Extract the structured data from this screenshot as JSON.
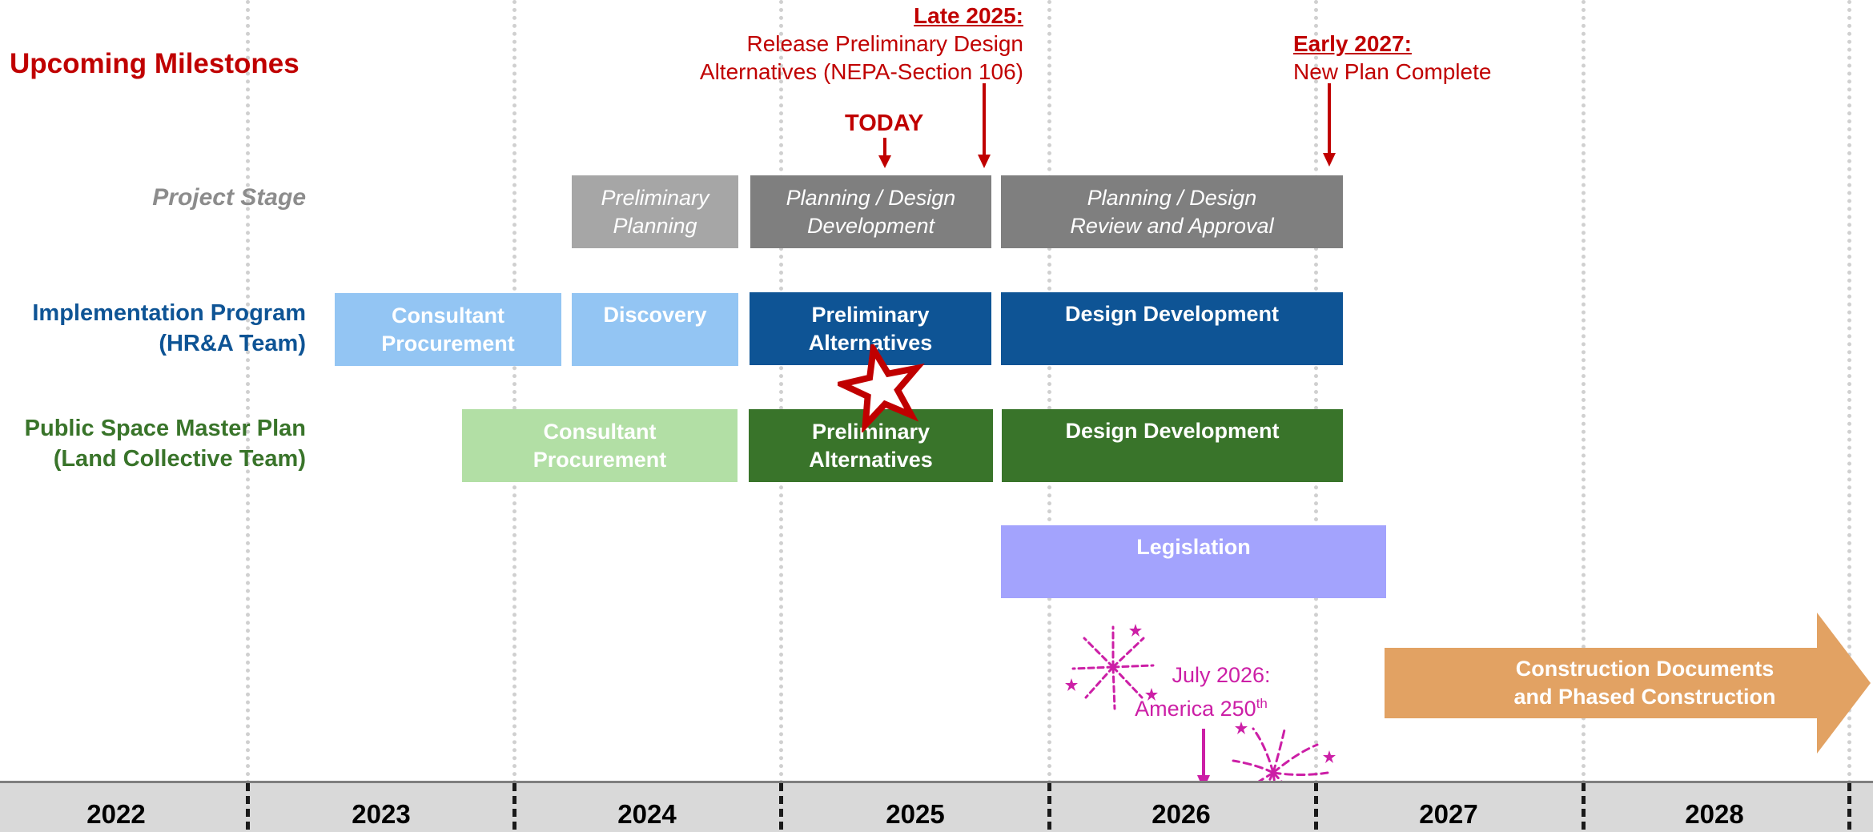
{
  "heading": "Upcoming Milestones",
  "rows": {
    "stage": "Project Stage",
    "implementation_1": "Implementation Program",
    "implementation_2": "(HR&A Team)",
    "public_space_1": "Public Space Master Plan",
    "public_space_2": "(Land Collective Team)"
  },
  "stage_bars": {
    "preliminary_planning": [
      "Preliminary",
      "Planning"
    ],
    "design_development": [
      "Planning / Design",
      "Development"
    ],
    "review_approval": [
      "Planning / Design",
      "Review and Approval"
    ]
  },
  "implementation_bars": {
    "consultant": [
      "Consultant",
      "Procurement"
    ],
    "discovery": "Discovery",
    "preliminary": [
      "Preliminary",
      "Alternatives"
    ],
    "design": "Design Development"
  },
  "public_space_bars": {
    "consultant": [
      "Consultant",
      "Procurement"
    ],
    "preliminary": [
      "Preliminary",
      "Alternatives"
    ],
    "design": "Design Development"
  },
  "legislation": "Legislation",
  "construction": [
    "Construction Documents",
    "and Phased Construction"
  ],
  "milestones": {
    "late_2025_title": "Late 2025:",
    "late_2025_text": [
      "Release Preliminary Design",
      "Alternatives (NEPA-Section 106)"
    ],
    "early_2027_title": "Early 2027:",
    "early_2027_text": "New Plan Complete",
    "today": "TODAY",
    "july_2026_title": "July 2026:",
    "july_2026_text": "America 250",
    "july_2026_sup": "th"
  },
  "years": [
    "2022",
    "2023",
    "2024",
    "2025",
    "2026",
    "2027",
    "2028"
  ],
  "colors": {
    "milestone_red": "#c00000",
    "milestone_magenta": "#cc1fa6",
    "implementation": "#0e5495",
    "implementation_light": "#93c5f3",
    "public_space": "#39742a",
    "public_space_light": "#b2dfa5",
    "stage_light": "#a6a6a6",
    "stage_dark": "#7f7f7f",
    "legislation": "#a3a3fd",
    "construction": "#e2a263"
  }
}
